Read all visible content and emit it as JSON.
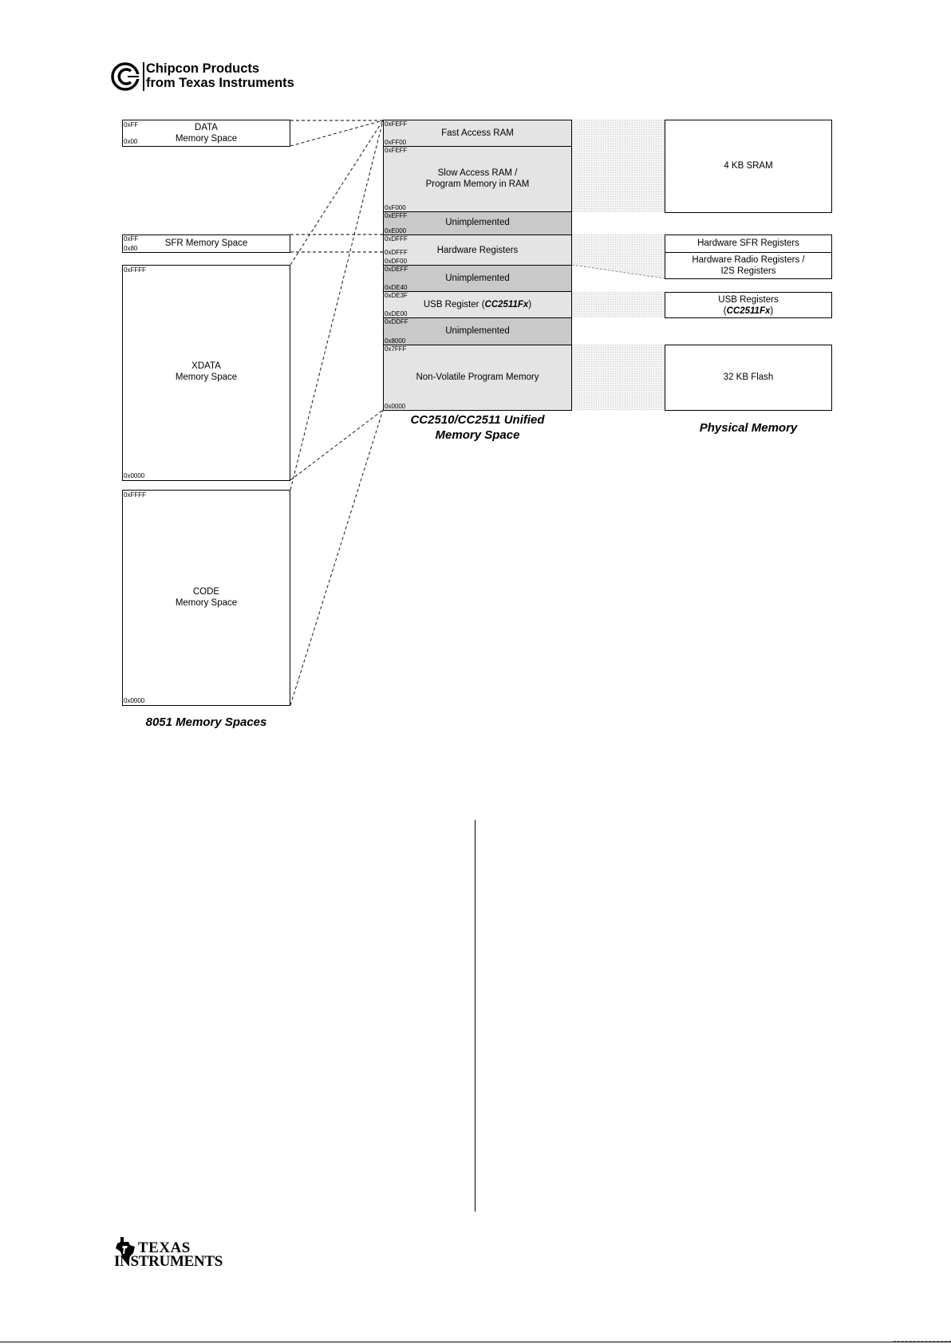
{
  "header": {
    "logo_icon": "chipcon-c-logo-icon",
    "logo_line1": "Chipcon Products",
    "logo_line2": "from Texas Instruments"
  },
  "footer": {
    "ti_logo_icon": "texas-instruments-logo-icon",
    "ti_line1": "Texas",
    "ti_line2": "Instruments"
  },
  "diagram": {
    "left_column": {
      "caption": "8051 Memory Spaces",
      "blocks": {
        "data": {
          "label1": "DATA",
          "label2": "Memory Space",
          "addr_top": "0xFF",
          "addr_bottom": "0x00"
        },
        "sfr": {
          "label": "SFR Memory Space",
          "addr_top": "0xFF",
          "addr_bottom": "0x80"
        },
        "xdata": {
          "label1": "XDATA",
          "label2": "Memory Space",
          "addr_top": "0xFFFF",
          "addr_bottom": "0x0000"
        },
        "code": {
          "label1": "CODE",
          "label2": "Memory Space",
          "addr_top": "0xFFFF",
          "addr_bottom": "0x0000"
        }
      }
    },
    "center_column": {
      "caption_line1": "CC2510/CC2511 Unified",
      "caption_line2": "Memory Space",
      "regions": {
        "fast_ram": {
          "label": "Fast Access RAM",
          "addr_top": "0xFEFF",
          "addr_bottom": "0xFF00"
        },
        "slow_ram": {
          "label1": "Slow Access RAM /",
          "label2": "Program Memory in RAM",
          "addr_top": "0xFEFF",
          "addr_bottom": "0xF000"
        },
        "unimpl1": {
          "label": "Unimplemented",
          "addr_top": "0xEFFF",
          "addr_bottom": "0xE000"
        },
        "hw_regs": {
          "label": "Hardware Registers",
          "addr_top": "0xDFFF",
          "addr_mid": "0xDFFF",
          "addr_bottom": "0xDF00"
        },
        "unimpl2": {
          "label": "Unimplemented",
          "addr_top": "0xDEFF",
          "addr_bottom": "0xDE40"
        },
        "usb_reg": {
          "label_prefix": "USB Register (",
          "label_part": "CC2511Fx",
          "label_suffix": ")",
          "addr_top": "0xDE3F",
          "addr_bottom": "0xDE00"
        },
        "unimpl3": {
          "label": "Unimplemented",
          "addr_top": "0xDDFF",
          "addr_bottom": "0x8000"
        },
        "flash_mem": {
          "label": "Non-Volatile Program Memory",
          "addr_top": "0x7FFF",
          "addr_bottom": "0x0000"
        }
      }
    },
    "right_column": {
      "caption": "Physical Memory",
      "blocks": {
        "sram": {
          "label": "4 KB SRAM"
        },
        "hw_sfr": {
          "label": "Hardware SFR Registers"
        },
        "radio": {
          "label1": "Hardware Radio Registers /",
          "label2": "I2S Registers"
        },
        "usb": {
          "label1": "USB Registers",
          "label2_prefix": "(",
          "label2_part": "CC2511Fx",
          "label2_suffix": ")"
        },
        "flash": {
          "label": "32 KB Flash"
        }
      }
    }
  }
}
